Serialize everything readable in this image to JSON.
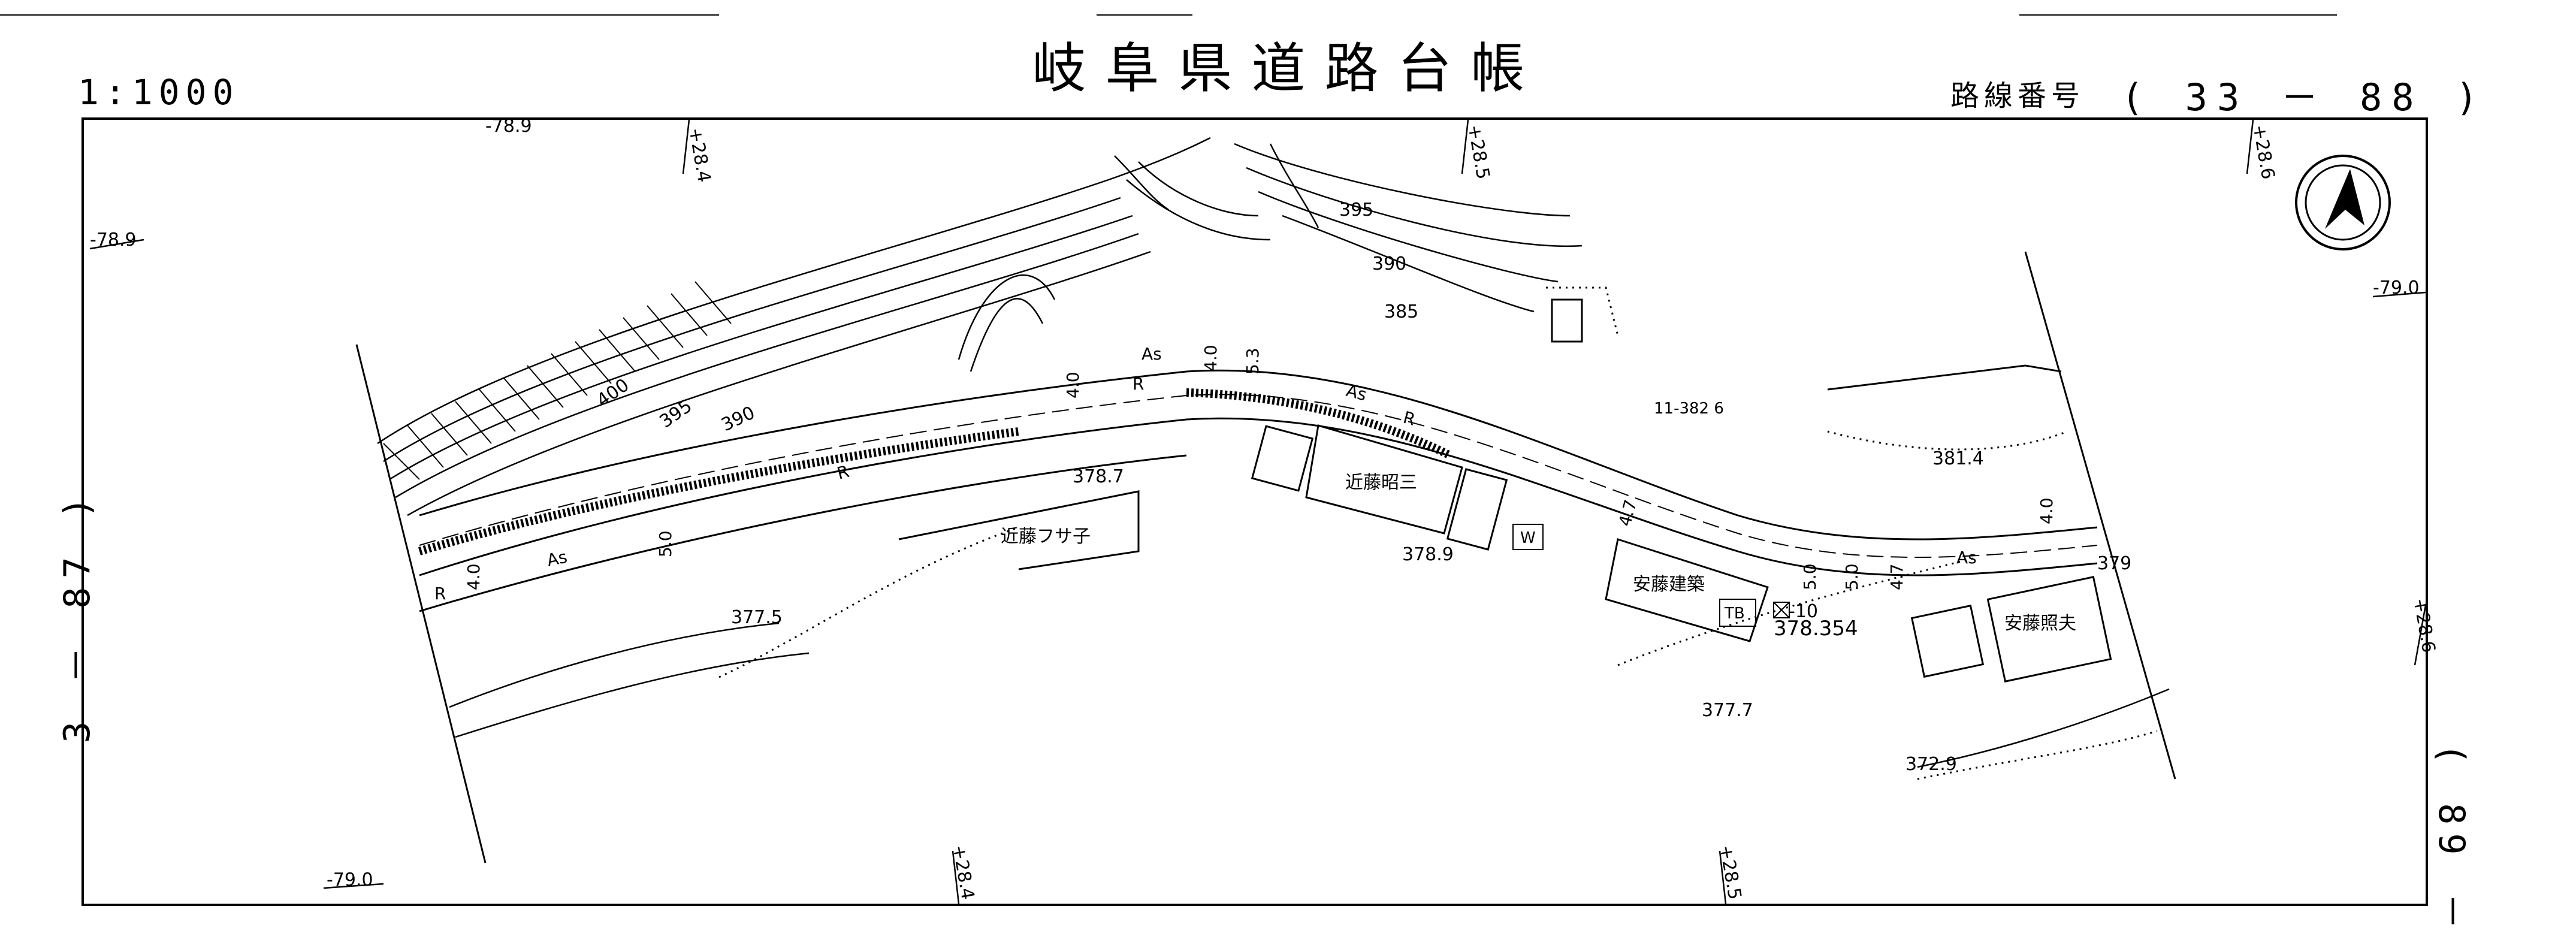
{
  "header": {
    "scale": "1:1000",
    "title": "岐阜県道路台帳",
    "route_label": "路線番号",
    "route_number": "( 33 － 88 )"
  },
  "side_labels": {
    "left": "3 － 87 )",
    "right": "( 89 －"
  },
  "stations": {
    "s284_top": "+28.4",
    "s285_top": "+28.5",
    "s286_top": "+28.6",
    "s286_right": "+28.6",
    "s284_bottom": "+28.4",
    "s285_bottom": "+28.5"
  },
  "offsets": {
    "n789_top": "-78.9",
    "n789_left": "-78.9",
    "n790_right": "-79.0",
    "n790_bottom": "-79.0"
  },
  "contours": [
    "400",
    "395",
    "390",
    "395",
    "390",
    "385"
  ],
  "spot_heights": [
    "378.7",
    "378.9",
    "377.5",
    "377.7",
    "372.9",
    "381.4",
    "379",
    "378.354"
  ],
  "owners": [
    "近藤昭三",
    "近藤フサ子",
    "安藤建築",
    "安藤照夫"
  ],
  "lot_number": "11-382 6",
  "benchmark": "-10",
  "road_codes": {
    "asphalt": "As",
    "road": "R",
    "widths": [
      "4.0",
      "5.0",
      "4.7",
      "5.0",
      "5.0",
      "4.7",
      "4.0",
      "4.0",
      "5.3",
      "4.0"
    ]
  },
  "markers": {
    "tb": "TB",
    "w": "W"
  },
  "north_arrow": "north-arrow"
}
